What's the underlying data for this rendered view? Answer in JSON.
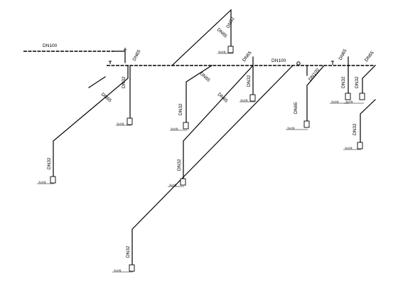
{
  "pipe_labels": {
    "main_left": "DN100",
    "main_right": "DN100",
    "br_dn100": "DN100",
    "dn65_a": "DN65",
    "dn65_b": "DN65",
    "dn65_c": "DN65",
    "dn65_d": "DN65",
    "dn65_e": "DN65",
    "dn65_f": "DN65",
    "dn65_g": "DN65",
    "dn65_h": "DN65",
    "dn65_i": "DN65",
    "dn32_a": "DN32",
    "dn32_b": "DN32",
    "dn32_c": "DN32",
    "dn32_d": "DN32",
    "dn32_e": "DN32",
    "dn32_f": "DN32",
    "dn32_g": "DN32",
    "dn32_h": "DN32",
    "dn32_i": "DN32",
    "dn32_j": "DN32"
  },
  "hydrant_tag": "消火栓箱"
}
